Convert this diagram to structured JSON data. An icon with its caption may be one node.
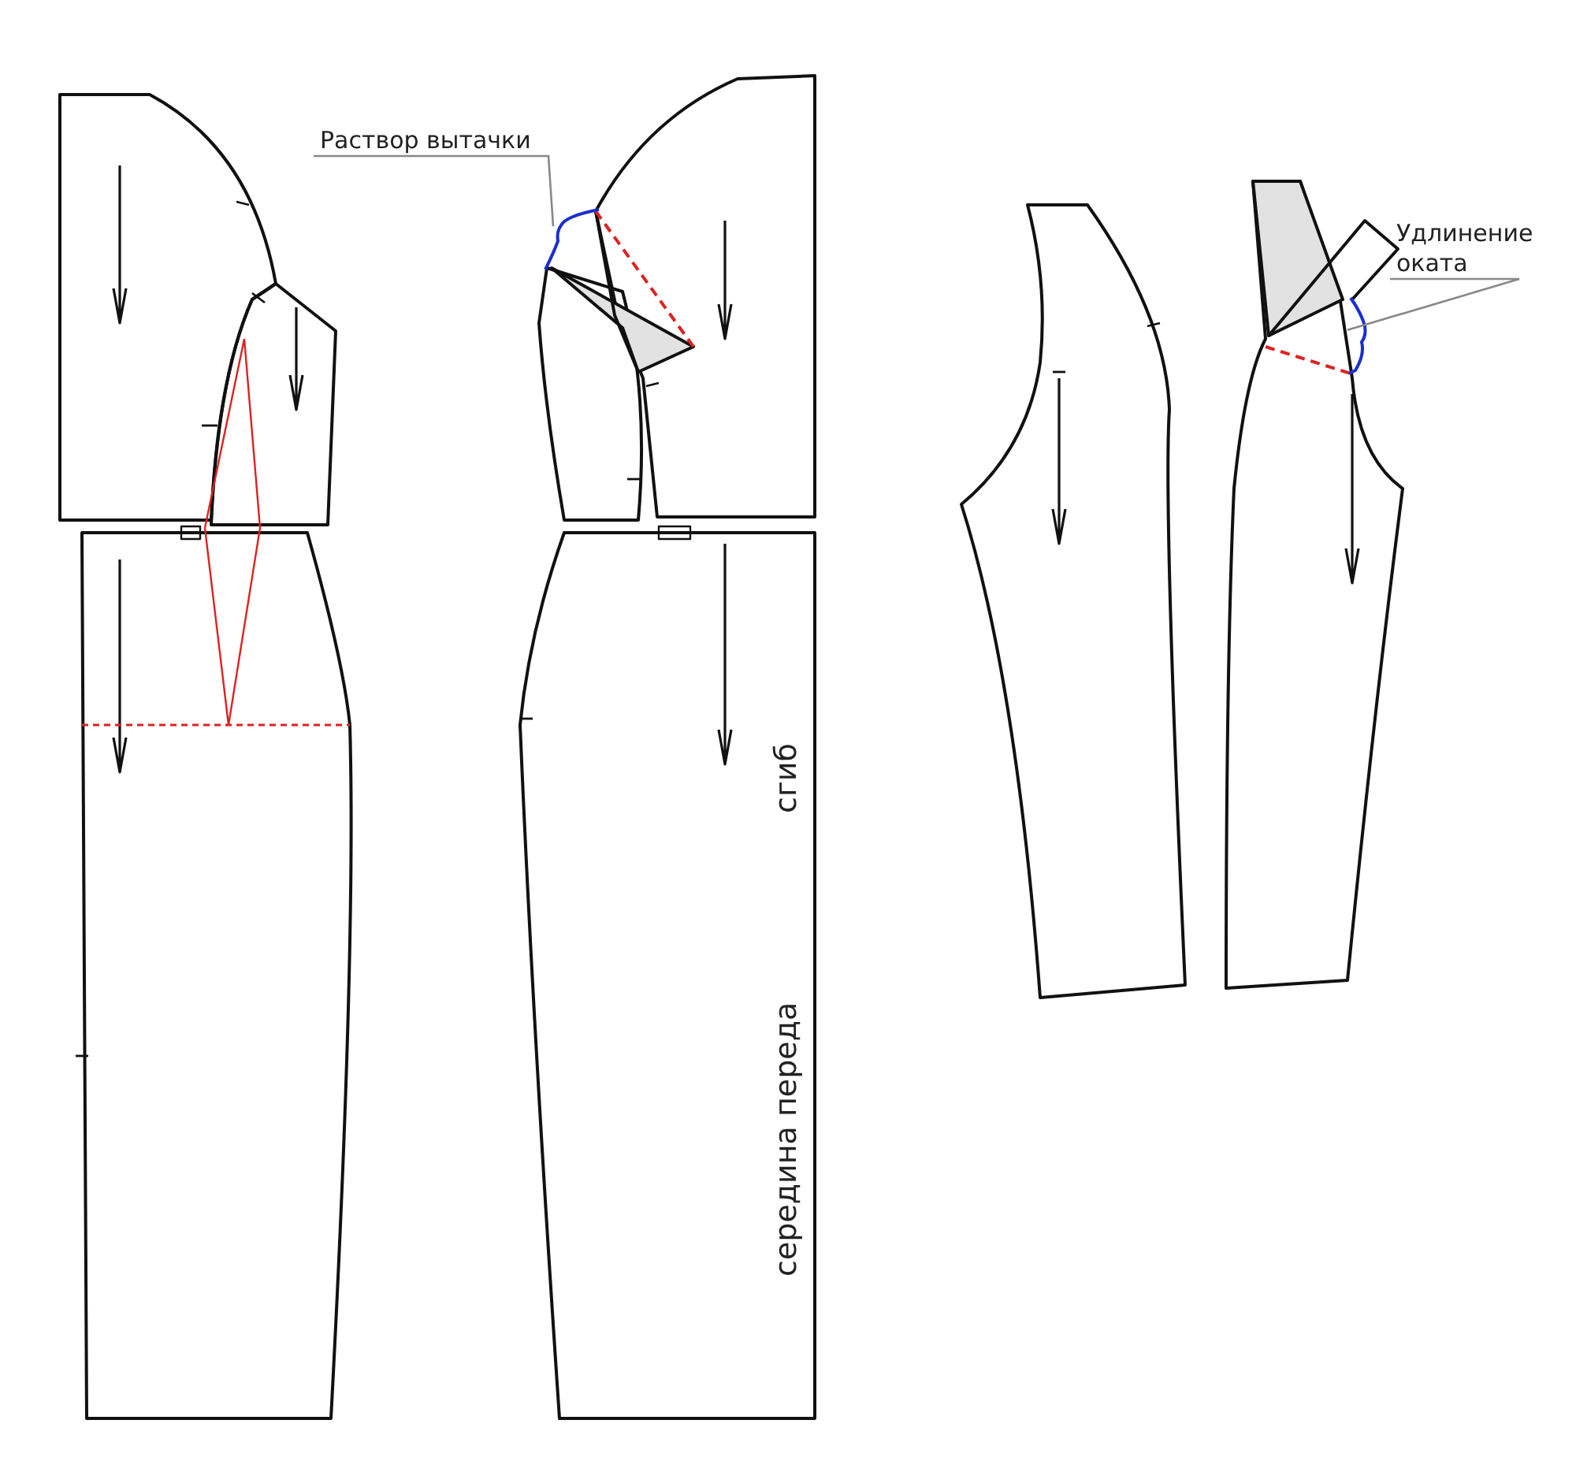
{
  "diagram": {
    "nodes": [
      {
        "text": [
          "Раствор вытачки"
        ]
      },
      {
        "text": [],
        "shape": "bracket"
      },
      {
        "text": [
          "Удлинение оката"
        ]
      },
      {
        "text": [],
        "shape": "bracket"
      }
    ],
    "edges": [
      {
        "from": 0,
        "to": 1,
        "arrow": "none"
      },
      {
        "from": 2,
        "to": 3,
        "arrow": "none"
      }
    ],
    "labels": [
      "сгиб",
      "середина переда"
    ]
  }
}
